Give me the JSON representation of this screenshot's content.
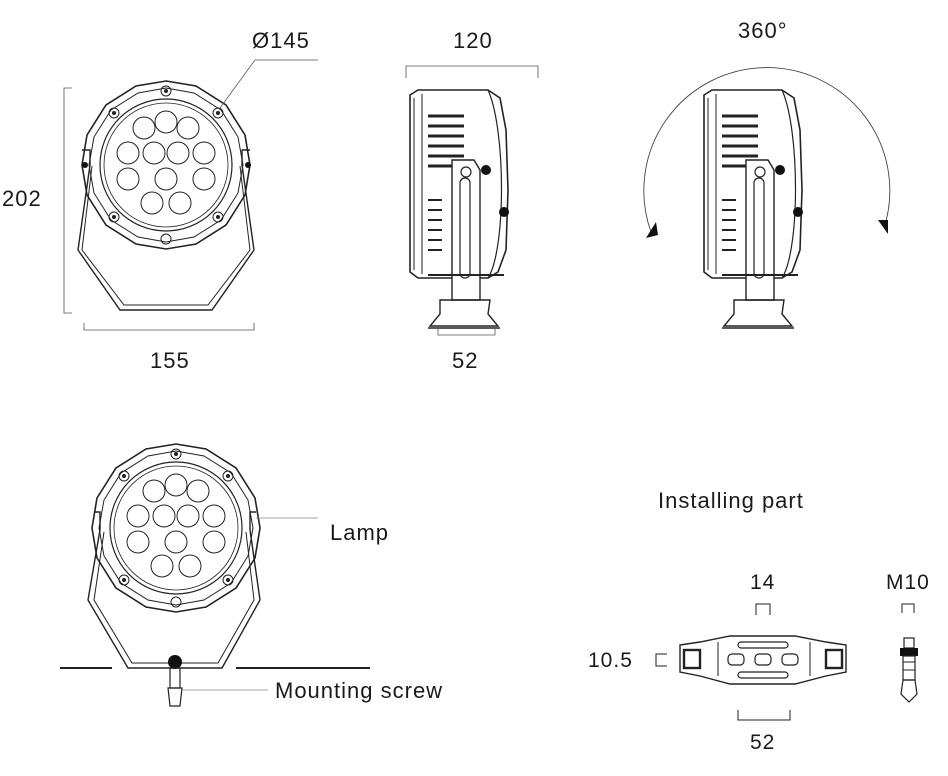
{
  "dimensions": {
    "diameter": "Ø145",
    "height": "202",
    "width": "155",
    "depth": "120",
    "base_width": "52",
    "rotation": "360°"
  },
  "labels": {
    "lamp": "Lamp",
    "mounting_screw": "Mounting screw",
    "installing_part": "Installing part"
  },
  "installing_part": {
    "slot_width": "14",
    "thickness": "10.5",
    "length": "52",
    "screw": "M10"
  }
}
